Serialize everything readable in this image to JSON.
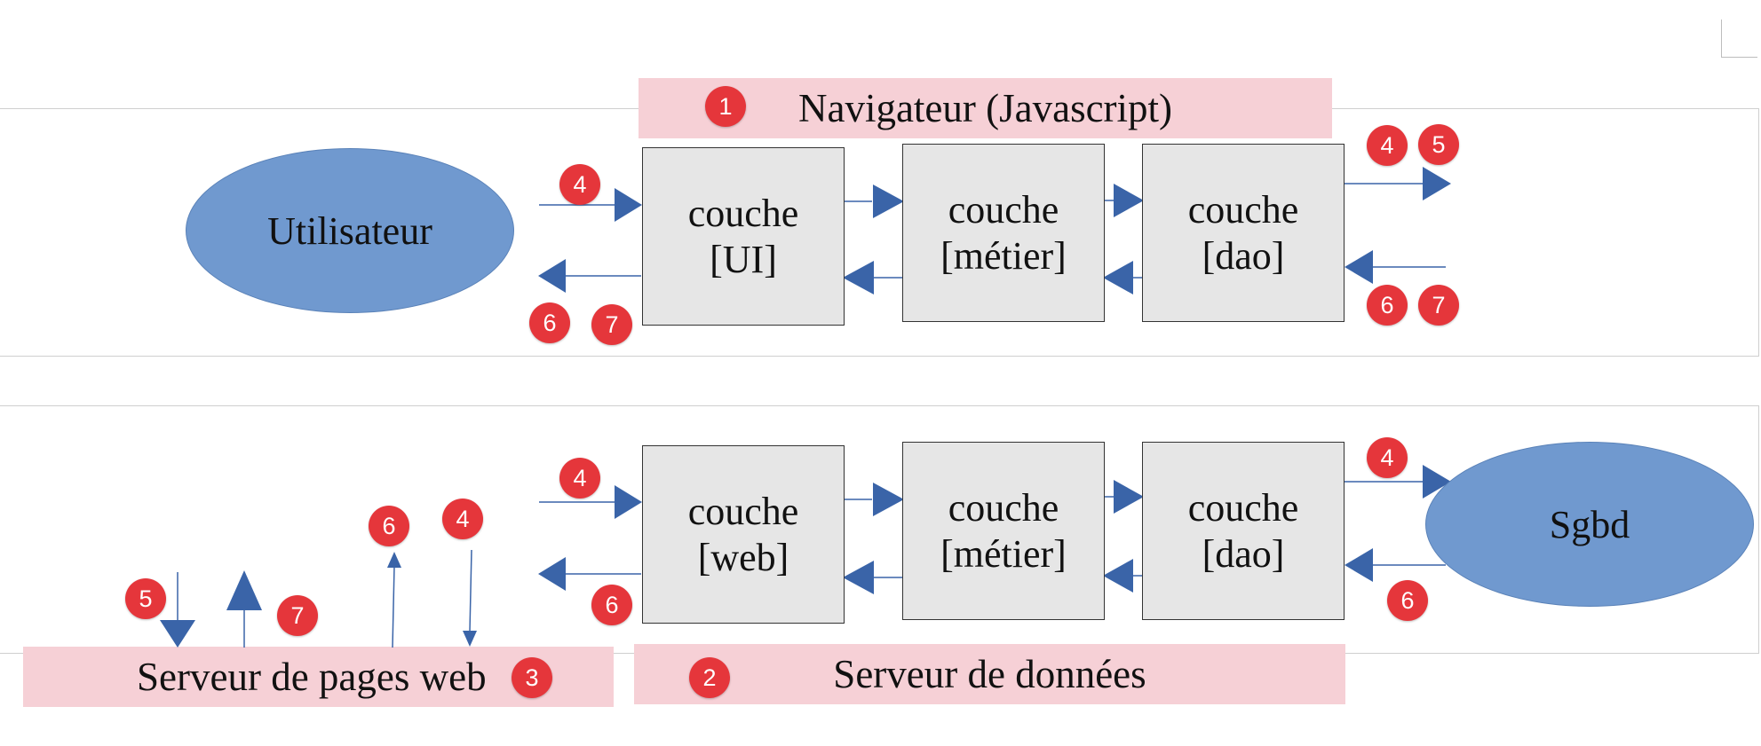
{
  "labels": {
    "navigateur": "Navigateur (Javascript)",
    "serveur_donnees": "Serveur de données",
    "serveur_pages": "Serveur de pages web"
  },
  "top_row": {
    "user": "Utilisateur",
    "ui": {
      "line1": "couche",
      "line2": "[UI]"
    },
    "metier": {
      "line1": "couche",
      "line2": "[métier]"
    },
    "dao": {
      "line1": "couche",
      "line2": "[dao]"
    }
  },
  "bottom_row": {
    "web": {
      "line1": "couche",
      "line2": "[web]"
    },
    "metier": {
      "line1": "couche",
      "line2": "[métier]"
    },
    "dao": {
      "line1": "couche",
      "line2": "[dao]"
    },
    "sgbd": "Sgbd"
  },
  "badges": {
    "n1": "1",
    "n2": "2",
    "n3": "3",
    "top_left_in": "4",
    "top_left_out_a": "6",
    "top_left_out_b": "7",
    "top_right_out_a": "4",
    "top_right_out_b": "5",
    "top_right_in_a": "6",
    "top_right_in_b": "7",
    "bot_left_in": "4",
    "bot_left_out": "6",
    "bot_right_out": "4",
    "bot_right_in": "6",
    "srv_5": "5",
    "srv_7": "7",
    "srv_6": "6",
    "srv_4": "4"
  },
  "colors": {
    "arrow": "#3a64a8",
    "badge": "#e5363b",
    "label_bar": "#f6d0d6",
    "box": "#e6e6e6",
    "ellipse": "#7099cf"
  }
}
